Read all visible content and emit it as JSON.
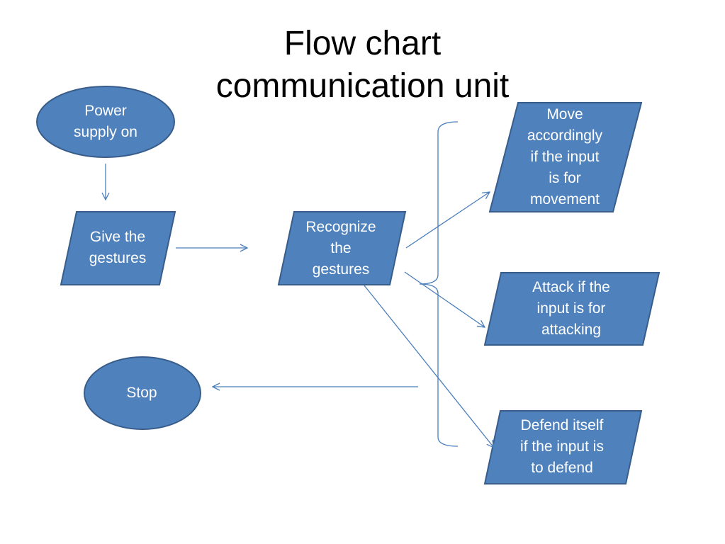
{
  "title": {
    "line1": "Flow chart",
    "line2": "communication unit"
  },
  "nodes": {
    "power": "Power\nsupply on",
    "give": "Give the\ngestures",
    "recognize": "Recognize\nthe\ngestures",
    "move": "Move\naccordingly\nif the input\nis for\nmovement",
    "attack": "Attack if the\ninput is for\nattacking",
    "defend": "Defend itself\nif the input is\nto defend",
    "stop": "Stop"
  },
  "colors": {
    "shape_fill": "#4F81BD",
    "shape_stroke": "#385D8A",
    "connector": "#4A7EBB",
    "label_text": "#FFFFFF"
  }
}
